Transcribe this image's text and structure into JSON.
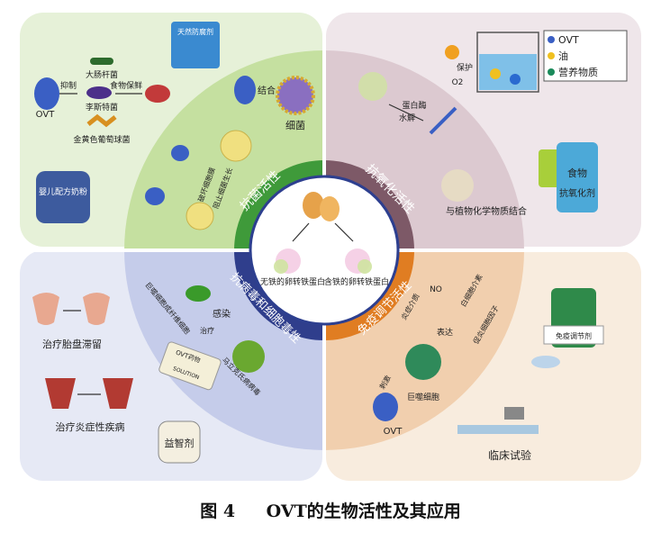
{
  "caption": {
    "number": "图 4",
    "title": "OVT的生物活性及其应用"
  },
  "center": {
    "fe_free": "无铁的卵转铁蛋白",
    "fe_bound": "含铁的卵转铁蛋白"
  },
  "ring_titles": {
    "antibacterial": "抗菌活性",
    "antioxidant": "抗氧化活性",
    "antiviral": "抗病毒和细胞毒性",
    "immune": "免疫调节活性"
  },
  "antibacterial": {
    "ovt": "OVT",
    "inhibit": "抑制",
    "bact_ecoli": "大肠杆菌",
    "bact_listeria": "李斯特菌",
    "bact_staph": "金黄色葡萄球菌",
    "food_preserve": "食物保鲜",
    "bag_label": "天然防腐剂",
    "formula_label": "婴儿配方奶粉",
    "bind": "结合",
    "bacteria": "细菌",
    "mech_1": "阻止细菌生长",
    "mech_2": "破坏细胞膜"
  },
  "antioxidant": {
    "legend_ovt": "OVT",
    "legend_oil": "油",
    "legend_nutrient": "营养物质",
    "protect": "保护",
    "o2": "O2",
    "hydrolysis_1": "蛋白酶",
    "hydrolysis_2": "水解",
    "phyto": "与植物化学物质结合",
    "food": "食物",
    "antiox_agent": "抗氧化剂"
  },
  "antiviral": {
    "placenta": "治疗胎盘滞留",
    "inflammation": "治疗炎症性疾病",
    "macrophage": "巨噬细胞成纤维细胞",
    "infect": "感染",
    "marek": "马立克氏病病毒",
    "tube_label": "OVT药物",
    "vial_label": "SOLUTION",
    "treat": "治疗",
    "supplement": "益智剂"
  },
  "immune": {
    "ovt": "OVT",
    "stim": "刺激",
    "macrophage": "巨噬细胞",
    "express": "表达",
    "mediator": "炎症介质",
    "no": "NO",
    "il": "白细胞介素",
    "cytokine": "促炎细胞因子",
    "drug": "免疫调节剂",
    "clinical": "临床试验"
  }
}
